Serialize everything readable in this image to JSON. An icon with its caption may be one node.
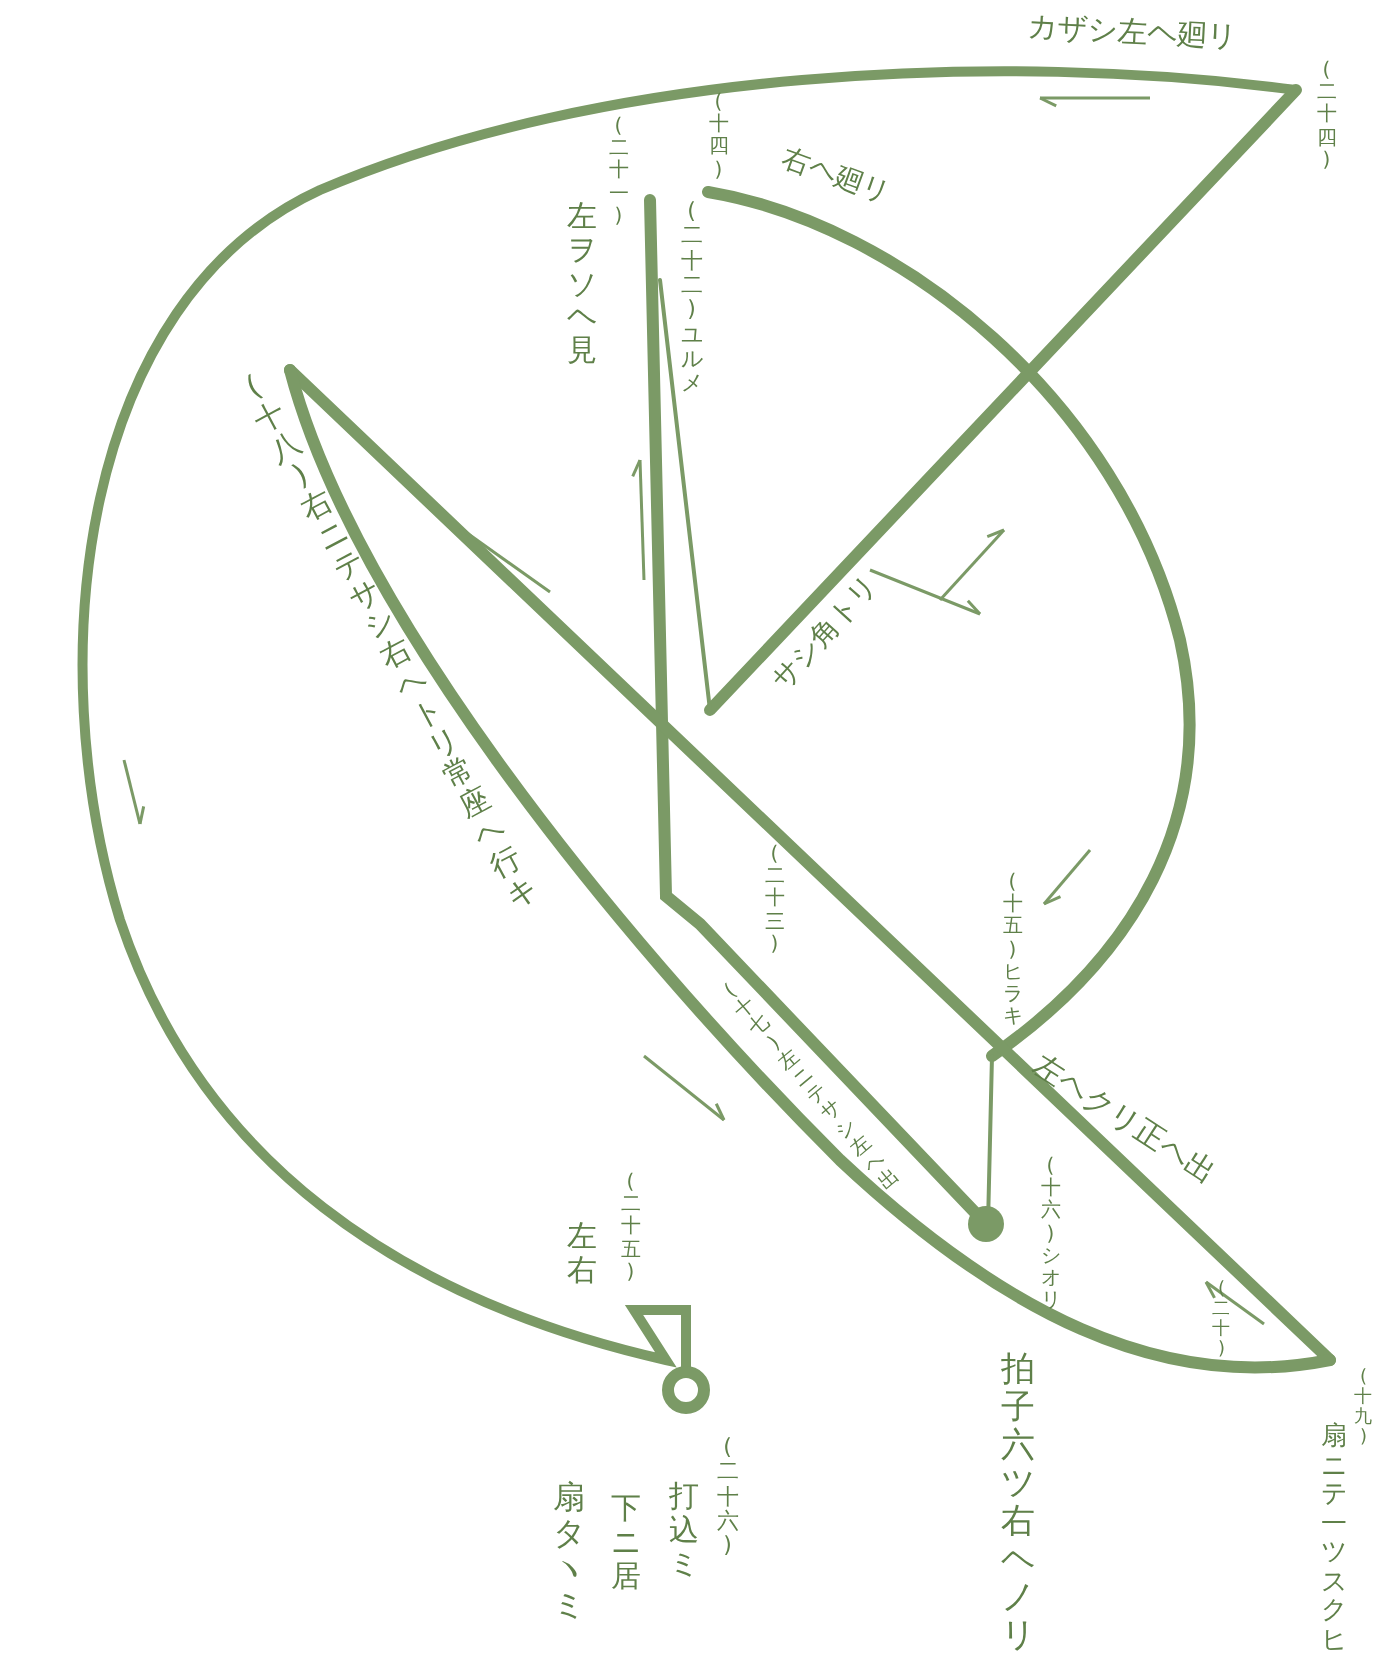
{
  "diagram": {
    "labels": [
      "(二十四)",
      "カザシ左ヘ廻リ",
      "(十四)",
      "右ヘ廻リ",
      "(二十一)",
      "左ヲソヘ見",
      "(二十二)ユルメ",
      "(十八)右ニテサシ右ヘトリ常座ヘ行キ",
      "サシ角トリ",
      "(二十三)",
      "(十五)ヒラキ",
      "(十七)左ニテサシ左ヘ出",
      "左ヘクリ正ヘ出",
      "(十六)シオリ",
      "(二十)",
      "(二十五)",
      "左右",
      "拍子六ツ右ヘノリ",
      "(十九)",
      "扇ニテ一ツスクヒ",
      "(二十六)",
      "打込ミ",
      "下ニ居",
      "扇タヽミ"
    ]
  }
}
